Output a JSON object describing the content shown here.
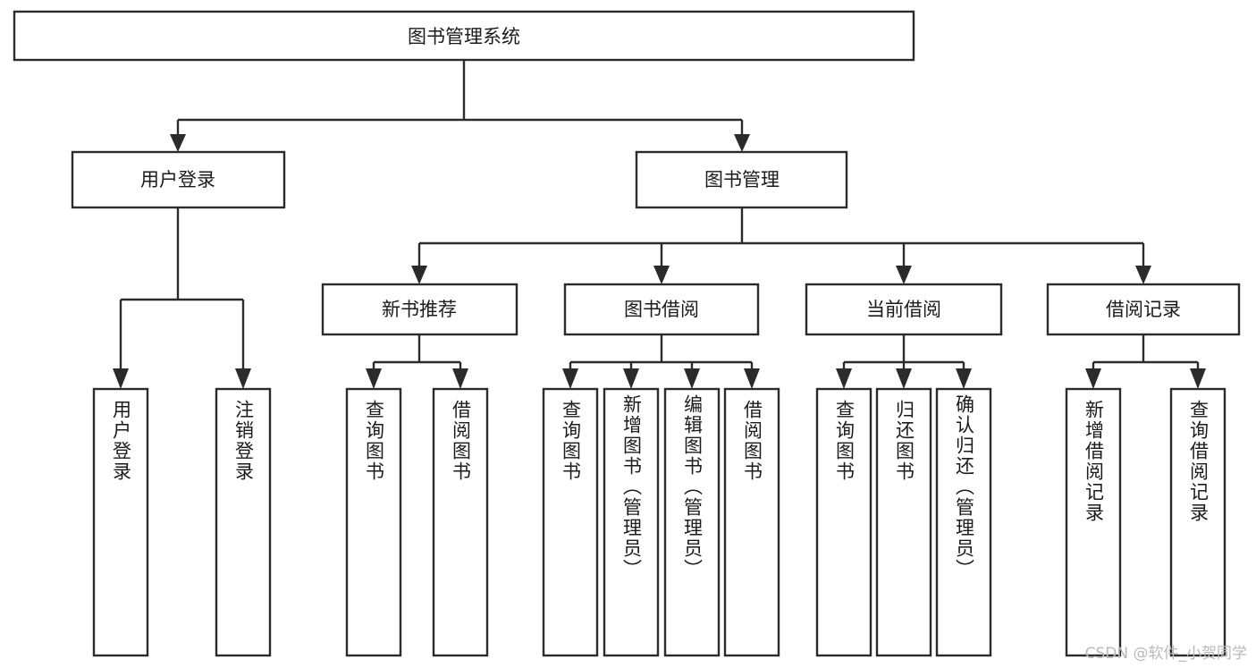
{
  "diagram": {
    "title": "图书管理系统",
    "type": "hierarchy-tree",
    "root": {
      "label": "图书管理系统"
    },
    "level2": [
      {
        "label": "用户登录"
      },
      {
        "label": "图书管理"
      }
    ],
    "level3": [
      {
        "label": "新书推荐"
      },
      {
        "label": "图书借阅"
      },
      {
        "label": "当前借阅"
      },
      {
        "label": "借阅记录"
      }
    ],
    "leaves": {
      "user_login": [
        {
          "label": "用户登录"
        },
        {
          "label": "注销登录"
        }
      ],
      "new_book_recommend": [
        {
          "label": "查询图书"
        },
        {
          "label": "借阅图书"
        }
      ],
      "book_borrow": [
        {
          "label": "查询图书"
        },
        {
          "label": "新增图书（管理员）"
        },
        {
          "label": "编辑图书（管理员）"
        },
        {
          "label": "借阅图书"
        }
      ],
      "current_borrow": [
        {
          "label": "查询图书"
        },
        {
          "label": "归还图书"
        },
        {
          "label": "确认归还（管理员）"
        }
      ],
      "borrow_record": [
        {
          "label": "新增借阅记录"
        },
        {
          "label": "查询借阅记录"
        }
      ]
    }
  },
  "watermark": {
    "text": "CSDN @软件_小贺同学"
  },
  "colors": {
    "stroke": "#2b2b2b",
    "fill": "#ffffff",
    "text": "#1b1b1b",
    "watermark": "#b9b9b9"
  }
}
